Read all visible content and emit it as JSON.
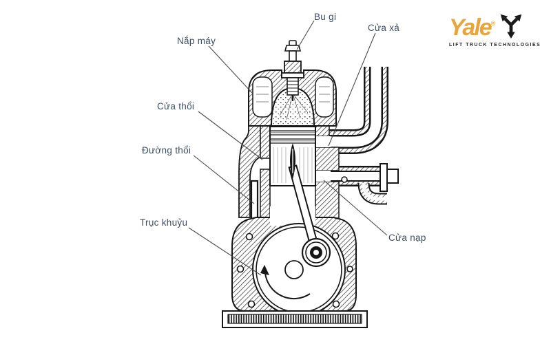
{
  "diagram": {
    "description": "two-stroke-engine-cross-section",
    "label_color": "#3d4c63",
    "line_color": "#1a1a1a",
    "labels": [
      {
        "id": "bu-gi",
        "text": "Bu gi"
      },
      {
        "id": "cua-xa",
        "text": "Cửa xả"
      },
      {
        "id": "nap-may",
        "text": "Nắp máy"
      },
      {
        "id": "cua-thoi",
        "text": "Cửa thổi"
      },
      {
        "id": "duong-thoi",
        "text": "Đường thổi"
      },
      {
        "id": "truc-khuyu",
        "text": "Trục khuỷu"
      },
      {
        "id": "cua-nap",
        "text": "Cửa nạp"
      }
    ]
  },
  "logo": {
    "brand": "Yale",
    "registered": "®",
    "tagline": "LIFT TRUCK TECHNOLOGIES",
    "brand_color": "#E8A53C",
    "tagline_color": "#231f20",
    "mark": "yale-trident-icon"
  }
}
